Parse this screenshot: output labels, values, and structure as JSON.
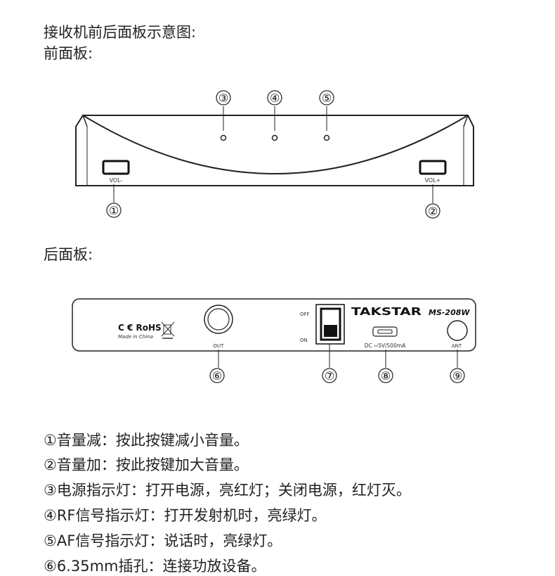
{
  "title": "接收机前后面板示意图:",
  "front_heading": "前面板:",
  "rear_heading": "后面板:",
  "front_panel": {
    "vol_minus_label": "VOL-",
    "vol_plus_label": "VOL+",
    "callouts": [
      "①",
      "②",
      "③",
      "④",
      "⑤"
    ]
  },
  "rear_panel": {
    "ce_rohs": "C € RoHS",
    "made_in": "Made in China",
    "out_label": "OUT",
    "off_label": "OFF",
    "on_label": "ON",
    "brand": "TAKSTAR",
    "model": "MS-208W",
    "dc_label": "DC ⎓5V/500mA",
    "ant_label": "ANT",
    "callouts": [
      "⑥",
      "⑦",
      "⑧",
      "⑨"
    ]
  },
  "descriptions": [
    "①音量减：按此按键减小音量。",
    "②音量加：按此按键加大音量。",
    "③电源指示灯：打开电源，亮红灯；关闭电源，红灯灭。",
    "④RF信号指示灯：打开发射机时，亮绿灯。",
    "⑤AF信号指示灯：说话时，亮绿灯。",
    "⑥6.35mm插孔：连接功放设备。"
  ]
}
